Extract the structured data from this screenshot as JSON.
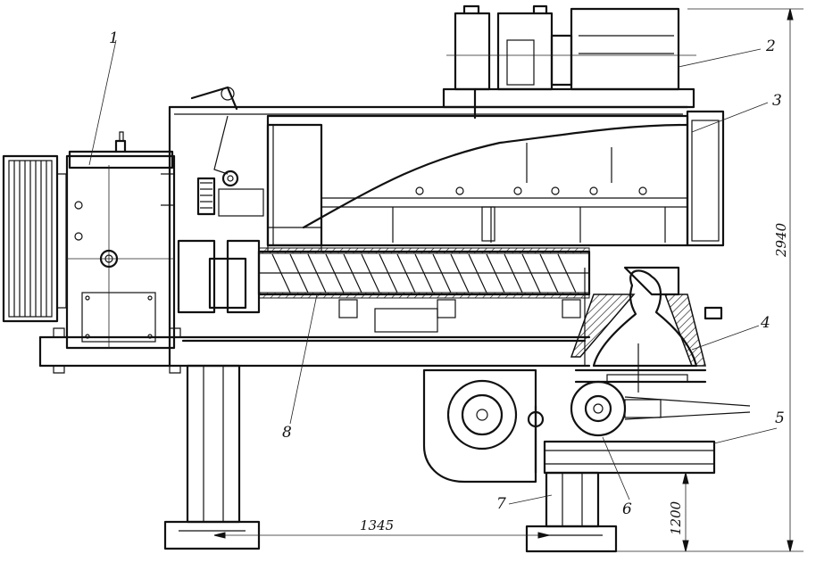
{
  "callouts": {
    "c1": "1",
    "c2": "2",
    "c3": "3",
    "c4": "4",
    "c5": "5",
    "c6": "6",
    "c7": "7",
    "c8": "8"
  },
  "dimensions": {
    "length": "1345",
    "total_height": "2940",
    "base_height": "1200"
  }
}
